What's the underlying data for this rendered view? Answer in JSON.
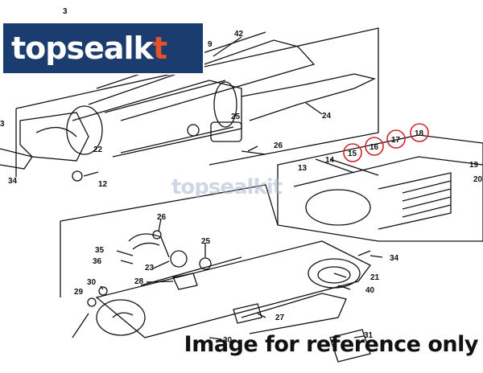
{
  "logo": {
    "text_main": "topsealk",
    "text_tail": "t",
    "brand_color": "#1b3c6e",
    "accent_color": "#e2532b"
  },
  "watermark": {
    "text": "topsealkit"
  },
  "caption": {
    "text": "Image for reference only"
  },
  "callouts": {
    "c3": "3",
    "c42": "42",
    "c9": "9",
    "c24": "24",
    "c25a": "25",
    "c26a": "26",
    "c3b": "3",
    "c22": "22",
    "c34a": "34",
    "c12": "12",
    "c13": "13",
    "c14": "14",
    "c15": "15",
    "c16": "16",
    "c17": "17",
    "c18": "18",
    "c19": "19",
    "c20": "20",
    "c26b": "26",
    "c35": "35",
    "c36": "36",
    "c23": "23",
    "c25b": "25",
    "c28": "28",
    "c30a": "30",
    "c29": "29",
    "c34b": "34",
    "c21": "21",
    "c40": "40",
    "c27": "27",
    "c30b": "30",
    "c31": "31"
  },
  "highlight_color": "#d0242b"
}
